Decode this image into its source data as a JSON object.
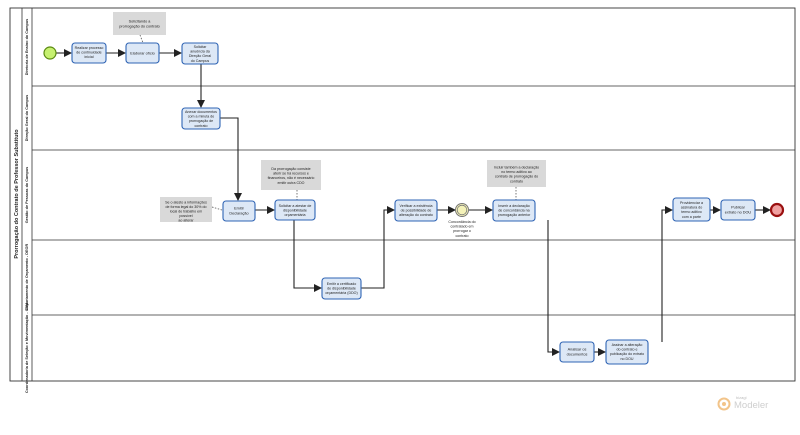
{
  "pool": {
    "title": "Prorrogação do Contrato de Professor Substituto",
    "lanes": [
      "Diretoria de Ensino do Campus",
      "Direção Geral do Campus",
      "Gestão de Pessoas do Campus",
      "Departamento de Orçamento - DEOR",
      "Coordenadoria de Seleção e Movimentação - CSM"
    ]
  },
  "tasks": [
    [
      "Realizar processo",
      "de continuidade",
      "inicial"
    ],
    [
      "Elaborar ofício"
    ],
    [
      "Solicitar",
      "anuência da",
      "Direção Geral",
      "do Campus"
    ],
    [
      "Anexar documentos",
      "com a minuta de",
      "prorrogação de",
      "contrato"
    ],
    [
      "Emitir",
      "Declaração"
    ],
    [
      "Solicitar a atestar de",
      "disponibilidade",
      "orçamentária"
    ],
    [
      "Emitir a certificado",
      "de disponibilidade",
      "orçamentária (DDO)"
    ],
    [
      "Verificar a existência",
      "de possibilidade de",
      "alteração do contrato"
    ],
    [
      "Inserir a declaração",
      "de concordância na",
      "prorrogação anterior"
    ],
    [
      "Analisar os",
      "documentos"
    ],
    [
      "Assinar a alteração",
      "do contrato e",
      "publicação do extrato",
      "no DOU"
    ],
    [
      "Providenciar a",
      "assinatura do",
      "termo aditivo",
      "com a parte"
    ],
    [
      "Publicar",
      "extrato no DOU"
    ]
  ],
  "annotations": [
    [
      "Solicitando a",
      "prorrogação do contrato"
    ],
    [
      "Da prorrogação consiste",
      "aferir se há recursos e",
      "financeiros, não é necessário",
      "emitir outra CDO"
    ],
    [
      "Se o atesto a informações",
      "de forma legal do 30% do",
      "local de trabalho em",
      "possível",
      "ao alterar"
    ],
    [
      "Incluir também a declaração",
      "no termo aditivo ao",
      "contrato de prorrogação do",
      "contrato"
    ]
  ],
  "gateway_label": [
    "Concordância do",
    "contratado em",
    "prorrogar o",
    "contrato"
  ],
  "brand": {
    "name": "Modeler",
    "prefix": "bizagi"
  }
}
